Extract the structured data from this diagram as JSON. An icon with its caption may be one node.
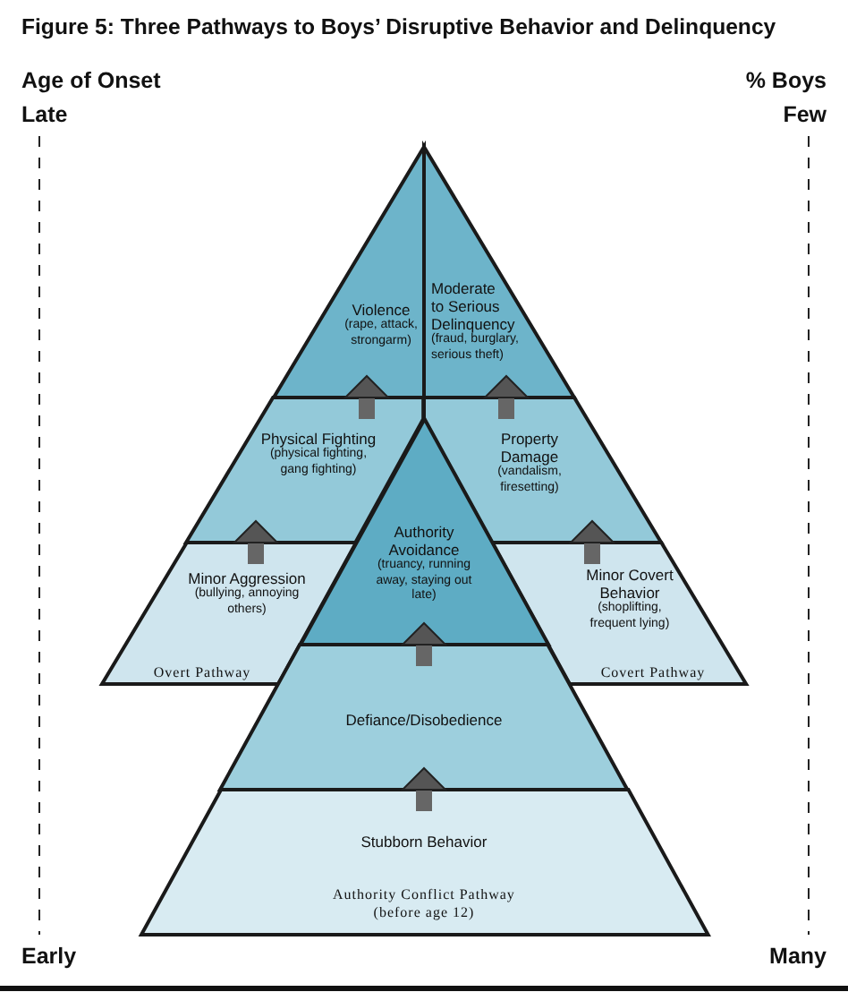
{
  "diagram": {
    "title": "Figure 5: Three Pathways to Boys’ Disruptive Behavior and Delinquency",
    "nodes": [
      {
        "text": [
          "Violence",
          "(rape, attack, strongarm)"
        ]
      },
      {
        "text": [
          "Moderate to Serious Delinquency",
          "(fraud, burglary, serious theft)"
        ]
      },
      {
        "text": [
          "Physical Fighting",
          "(physical fighting, gang fighting)"
        ]
      },
      {
        "text": [
          "Property Damage",
          "(vandalism, firesetting)"
        ]
      },
      {
        "text": [
          "Authority Avoidance",
          "(truancy, running away, staying out late)"
        ]
      },
      {
        "text": [
          "Minor Aggression",
          "(bullying, annoying others)",
          "Overt Pathway"
        ]
      },
      {
        "text": [
          "Minor Covert Behavior",
          "(shoplifting, frequent lying)",
          "Covert Pathway"
        ]
      },
      {
        "text": [
          "Defiance/Disobedience"
        ]
      },
      {
        "text": [
          "Stubborn Behavior",
          "Authority Conflict Pathway (before age 12)"
        ]
      }
    ],
    "edges": [
      {
        "from": 2,
        "to": 0,
        "arrow": "to"
      },
      {
        "from": 3,
        "to": 1,
        "arrow": "to"
      },
      {
        "from": 5,
        "to": 2,
        "arrow": "to"
      },
      {
        "from": 6,
        "to": 3,
        "arrow": "to"
      },
      {
        "from": 7,
        "to": 4,
        "arrow": "to"
      },
      {
        "from": 8,
        "to": 7,
        "arrow": "to"
      }
    ],
    "labels": [
      "Age of Onset",
      "% Boys",
      "Late",
      "Few",
      "Early",
      "Many"
    ]
  }
}
